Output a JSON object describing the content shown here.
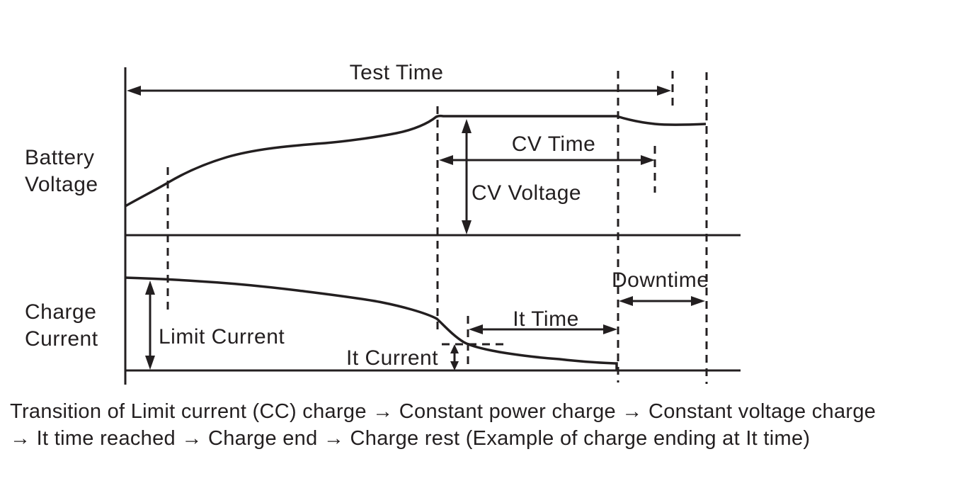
{
  "figure": {
    "axis_labels": {
      "top": "Battery\nVoltage",
      "bottom": "Charge\nCurrent"
    },
    "annotations": {
      "test_time": "Test Time",
      "cv_time": "CV Time",
      "cv_voltage": "CV Voltage",
      "limit_current": "Limit Current",
      "it_time": "It Time",
      "it_current": "It Current",
      "downtime": "Downtime"
    },
    "caption": "Transition of Limit current (CC) charge → Constant power charge → Constant voltage charge\n→ It time reached → Charge end → Charge rest (Example of charge ending at It time)",
    "colors": {
      "ink": "#231f20",
      "background": "#ffffff"
    }
  },
  "chart_data": {
    "type": "line",
    "title": "",
    "xlabel": "",
    "ylabel_top_trace": "Battery Voltage",
    "ylabel_bottom_trace": "Charge Current",
    "axes_numeric": false,
    "note": "Schematic waveform diagram; x is elapsed test time (no units shown), y values normalized 0-1 of each trace's drawn range",
    "series": [
      {
        "name": "Battery Voltage",
        "points_normalized": [
          [
            0.0,
            0.24
          ],
          [
            0.07,
            0.44
          ],
          [
            0.16,
            0.65
          ],
          [
            0.33,
            0.77
          ],
          [
            0.44,
            0.86
          ],
          [
            0.5,
            0.99
          ],
          [
            0.51,
            1.0
          ],
          [
            0.8,
            1.0
          ],
          [
            0.86,
            0.94
          ],
          [
            0.94,
            0.93
          ]
        ]
      },
      {
        "name": "Charge Current",
        "points_normalized": [
          [
            0.0,
            1.0
          ],
          [
            0.12,
            0.96
          ],
          [
            0.28,
            0.86
          ],
          [
            0.42,
            0.73
          ],
          [
            0.51,
            0.56
          ],
          [
            0.56,
            0.27
          ],
          [
            0.63,
            0.18
          ],
          [
            0.71,
            0.12
          ],
          [
            0.8,
            0.08
          ],
          [
            0.8,
            0.0
          ],
          [
            1.0,
            0.0
          ]
        ]
      }
    ],
    "event_markers_normalized_x": {
      "cc_to_constant_power": 0.07,
      "cv_charge_start": 0.51,
      "it_current_crossing": 0.56,
      "charge_end": 0.8,
      "cv_time_end": 0.86,
      "test_time_end": 0.89,
      "rest_end": 0.95
    },
    "annotations": [
      "Test Time",
      "CV Time",
      "CV Voltage",
      "Limit Current",
      "It Time",
      "It Current",
      "Downtime"
    ],
    "legend_position": "none",
    "grid": false
  }
}
